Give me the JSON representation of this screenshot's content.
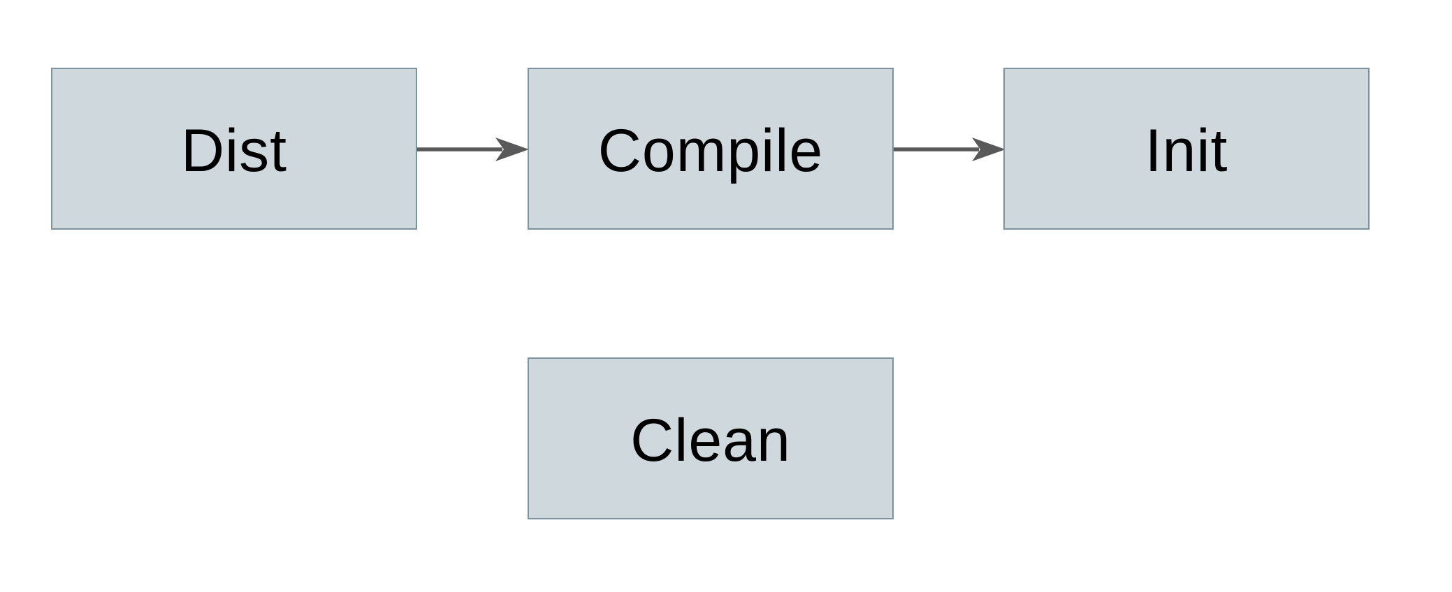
{
  "diagram": {
    "nodes": [
      {
        "id": "dist",
        "label": "Dist"
      },
      {
        "id": "compile",
        "label": "Compile"
      },
      {
        "id": "init",
        "label": "Init"
      },
      {
        "id": "clean",
        "label": "Clean"
      }
    ],
    "edges": [
      {
        "from": "Dist",
        "to": "Compile",
        "style": "arrow-right"
      },
      {
        "from": "Compile",
        "to": "Init",
        "style": "arrow-right"
      }
    ],
    "colors": {
      "node_fill": "#cfd8dc",
      "node_border": "#7e929e",
      "arrow": "#595959",
      "text": "#000000",
      "background": "#ffffff"
    }
  }
}
